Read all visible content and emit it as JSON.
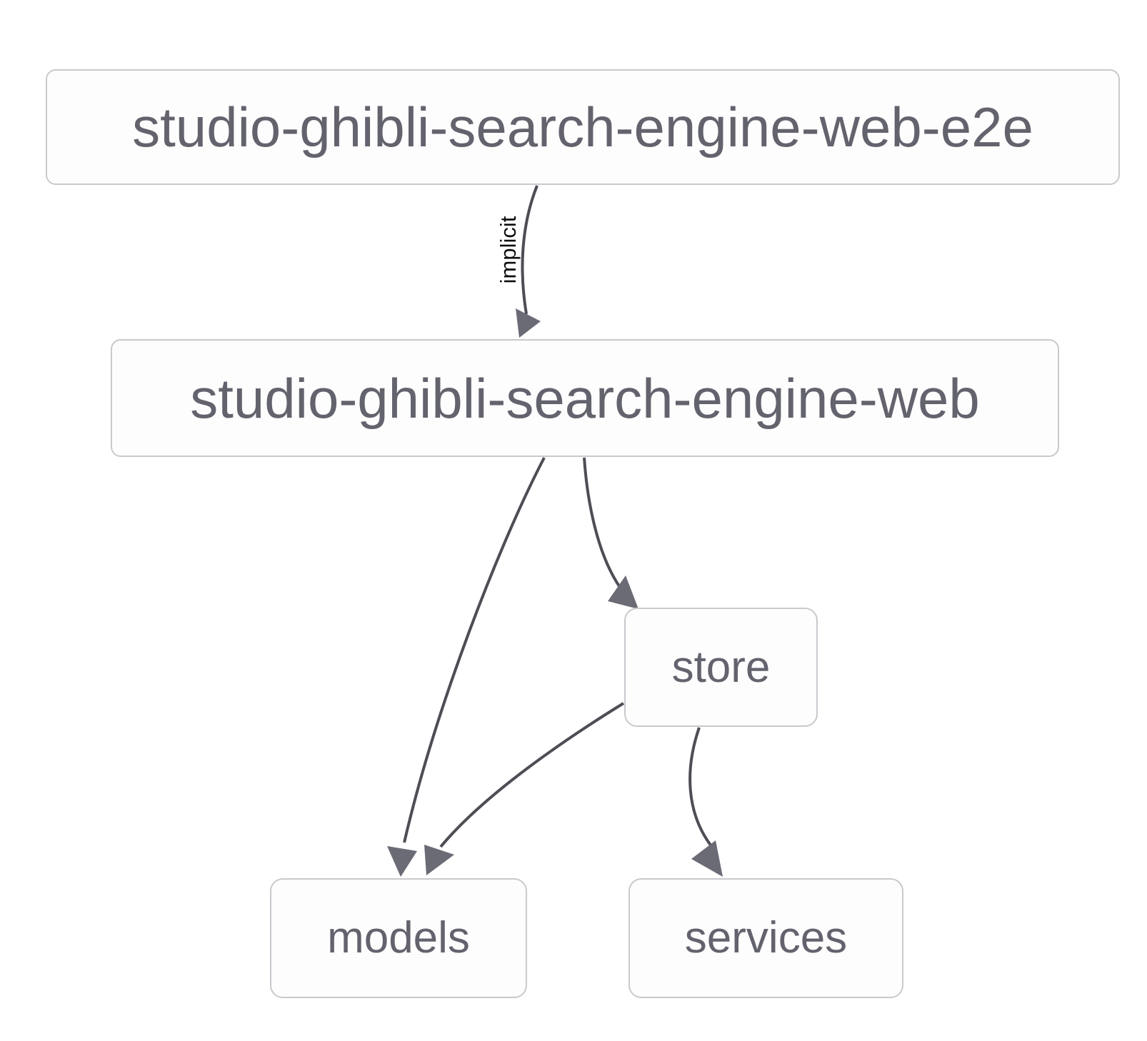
{
  "diagram": {
    "type": "dependency-graph",
    "title": "",
    "background_color": "#ffffff",
    "node_fill_color": "#fdfdfd",
    "node_border_color": "#c9c9ce",
    "node_text_color": "#63636e",
    "edge_color": "#4d4d55",
    "arrowhead_color": "#6b6b76",
    "edge_label_color": "#0d0d0d",
    "nodes": [
      {
        "id": "e2e",
        "label": "studio-ghibli-search-engine-web-e2e"
      },
      {
        "id": "web",
        "label": "studio-ghibli-search-engine-web"
      },
      {
        "id": "store",
        "label": "store"
      },
      {
        "id": "models",
        "label": "models"
      },
      {
        "id": "services",
        "label": "services"
      }
    ],
    "edges": [
      {
        "from": "e2e",
        "to": "web",
        "label": "implicit",
        "label_rotation": "-90"
      },
      {
        "from": "web",
        "to": "models",
        "label": ""
      },
      {
        "from": "web",
        "to": "store",
        "label": ""
      },
      {
        "from": "store",
        "to": "models",
        "label": ""
      },
      {
        "from": "store",
        "to": "services",
        "label": ""
      }
    ]
  }
}
